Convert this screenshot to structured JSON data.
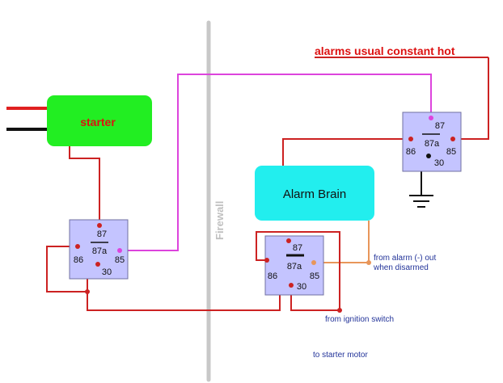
{
  "title": "alarms usual constant hot",
  "firewall_label": "Firewall",
  "components": {
    "starter": "starter",
    "alarm_brain": "Alarm Brain"
  },
  "relay_terminals": {
    "t87": "87",
    "t87a": "87a",
    "t86": "86",
    "t85": "85",
    "t30": "30"
  },
  "annotations": {
    "alarm_out_line1": "from alarm (-) out",
    "alarm_out_line2": "when disarmed",
    "ignition": "from ignition switch",
    "starter_motor": "to starter motor"
  },
  "colors": {
    "wire_red": "#cc2222",
    "wire_magenta": "#dd44dd",
    "wire_orange": "#e8965a",
    "starter_fill": "#22ee22",
    "alarm_fill": "#22eeee",
    "relay_fill": "#c4c4ff",
    "firewall": "#c8c8c8",
    "title_red": "#dd1111"
  }
}
